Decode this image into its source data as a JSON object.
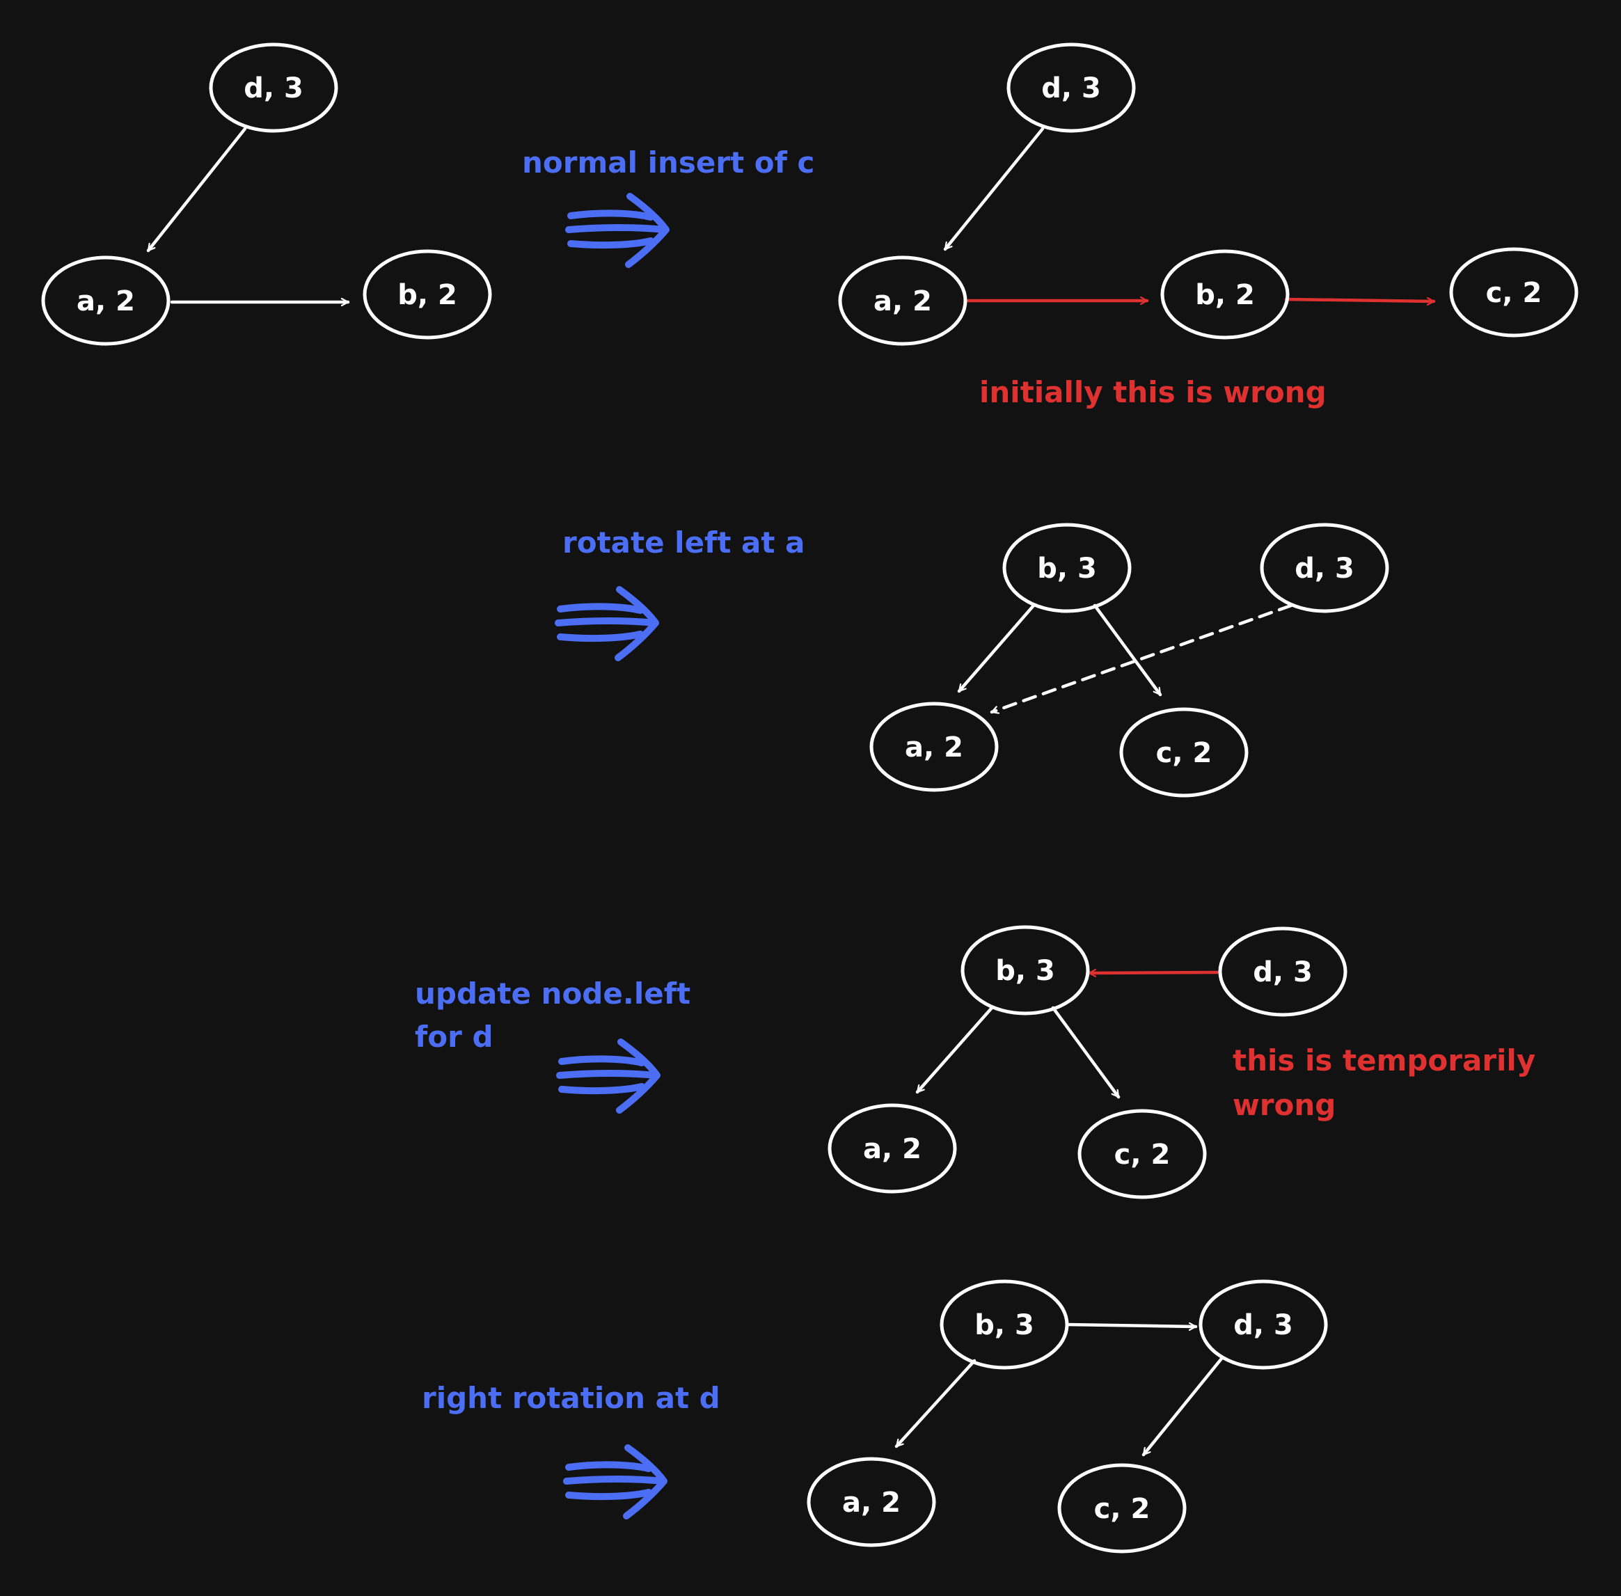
{
  "colors": {
    "background": "#121212",
    "node": "#ffffff",
    "edge": "#ffffff",
    "highlight": "#e03131",
    "caption": "#4c6ef5"
  },
  "steps": [
    {
      "id": "initial",
      "nodes": [
        {
          "id": "d",
          "label": "d, 3"
        },
        {
          "id": "a",
          "label": "a, 2"
        },
        {
          "id": "b",
          "label": "b, 2"
        }
      ],
      "edges": [
        {
          "from": "d",
          "to": "a",
          "style": "solid",
          "color": "white"
        },
        {
          "from": "a",
          "to": "b",
          "style": "solid",
          "color": "white"
        }
      ]
    },
    {
      "id": "after-insert",
      "caption": [
        "normal insert of c"
      ],
      "note": [
        "initially this is wrong"
      ],
      "nodes": [
        {
          "id": "d",
          "label": "d, 3"
        },
        {
          "id": "a",
          "label": "a, 2"
        },
        {
          "id": "b",
          "label": "b, 2"
        },
        {
          "id": "c",
          "label": "c, 2"
        }
      ],
      "edges": [
        {
          "from": "d",
          "to": "a",
          "style": "solid",
          "color": "white"
        },
        {
          "from": "a",
          "to": "b",
          "style": "solid",
          "color": "red"
        },
        {
          "from": "b",
          "to": "c",
          "style": "solid",
          "color": "red"
        }
      ]
    },
    {
      "id": "after-rotate-left",
      "caption": [
        "rotate left at a"
      ],
      "nodes": [
        {
          "id": "b",
          "label": "b, 3"
        },
        {
          "id": "d",
          "label": "d, 3"
        },
        {
          "id": "a",
          "label": "a, 2"
        },
        {
          "id": "c",
          "label": "c, 2"
        }
      ],
      "edges": [
        {
          "from": "b",
          "to": "a",
          "style": "solid",
          "color": "white"
        },
        {
          "from": "b",
          "to": "c",
          "style": "solid",
          "color": "white"
        },
        {
          "from": "d",
          "to": "a",
          "style": "dashed",
          "color": "white"
        }
      ]
    },
    {
      "id": "after-update-left",
      "caption": [
        "update node.left",
        "for d"
      ],
      "note": [
        "this is temporarily",
        "wrong"
      ],
      "nodes": [
        {
          "id": "b",
          "label": "b, 3"
        },
        {
          "id": "d",
          "label": "d, 3"
        },
        {
          "id": "a",
          "label": "a, 2"
        },
        {
          "id": "c",
          "label": "c, 2"
        }
      ],
      "edges": [
        {
          "from": "d",
          "to": "b",
          "style": "solid",
          "color": "red"
        },
        {
          "from": "b",
          "to": "a",
          "style": "solid",
          "color": "white"
        },
        {
          "from": "b",
          "to": "c",
          "style": "solid",
          "color": "white"
        }
      ]
    },
    {
      "id": "after-rotate-right",
      "caption": [
        "right rotation at d"
      ],
      "nodes": [
        {
          "id": "b",
          "label": "b, 3"
        },
        {
          "id": "d",
          "label": "d, 3"
        },
        {
          "id": "a",
          "label": "a, 2"
        },
        {
          "id": "c",
          "label": "c, 2"
        }
      ],
      "edges": [
        {
          "from": "b",
          "to": "d",
          "style": "solid",
          "color": "white"
        },
        {
          "from": "b",
          "to": "a",
          "style": "solid",
          "color": "white"
        },
        {
          "from": "d",
          "to": "c",
          "style": "solid",
          "color": "white"
        }
      ]
    }
  ]
}
